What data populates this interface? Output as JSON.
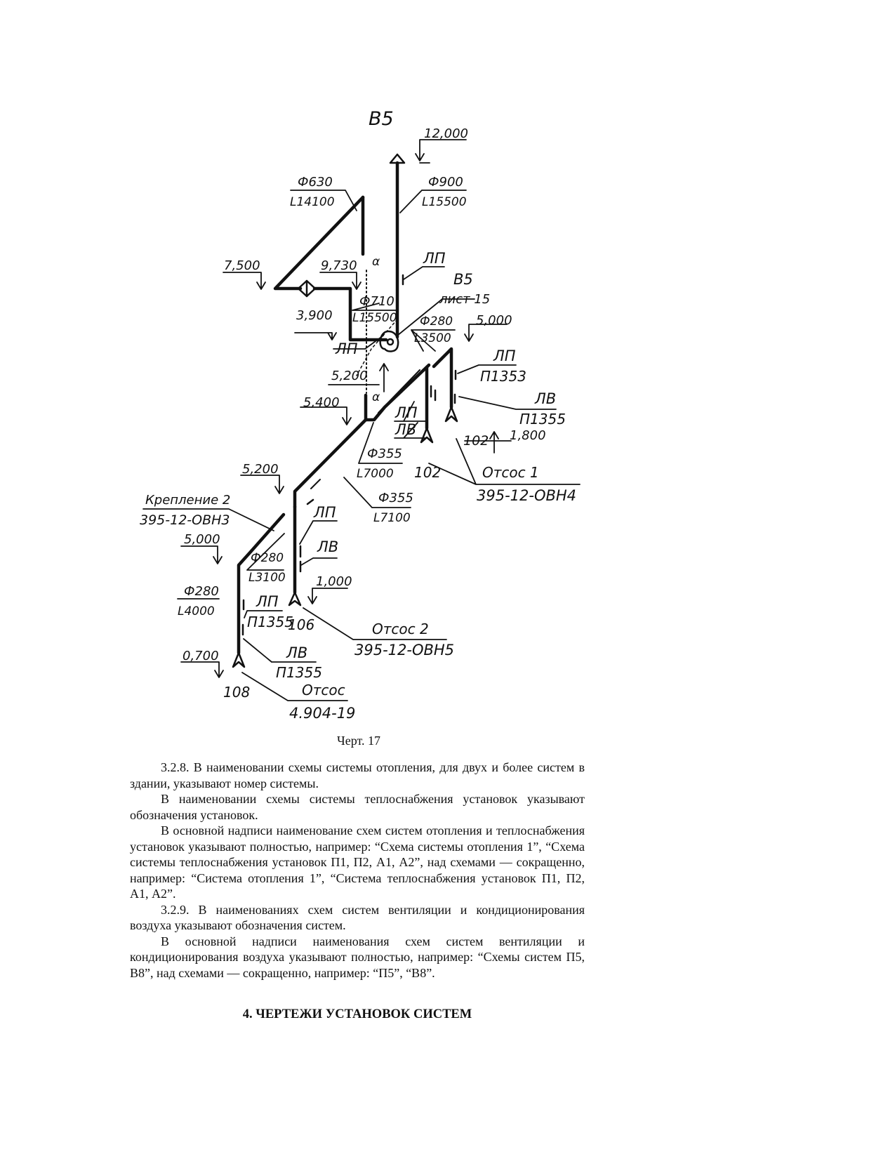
{
  "drawing": {
    "labels": {
      "system": "В5",
      "elev_top": "12,000",
      "d630": "Ф630",
      "l14100": "L14100",
      "d900": "Ф900",
      "l15500a": "L15500",
      "lp1": "ЛП",
      "elev_7500": "7,500",
      "elev_9730": "9,730",
      "alpha1": "α",
      "ref_sys": "В5",
      "ref_sheet": "лист 15",
      "d710": "Ф710",
      "l15500b": "L15500",
      "d280a": "Ф280",
      "l3500": "L3500",
      "elev_3900": "3,900",
      "elev_5000a": "5,000",
      "lp2": "ЛП",
      "lp3": "ЛП",
      "p1353": "П1353",
      "elev_5200a": "5,200",
      "alpha2": "α",
      "lv1": "ЛВ",
      "p1355a": "П1355",
      "elev_5400": "5,400",
      "lp4": "ЛП",
      "lv2": "ЛВ",
      "n102a": "102",
      "elev_1800": "1,800",
      "d355a": "Ф355",
      "l7000": "L7000",
      "n102b": "102",
      "otsos1": "Отсос 1",
      "code1": "395-12-ОВН4",
      "elev_5200b": "5,200",
      "krep": "Крепление 2",
      "code_krep": "395-12-ОВН3",
      "d355b": "Ф355",
      "l7100": "L7100",
      "lp5": "ЛП",
      "elev_5000b": "5,000",
      "lv3": "ЛВ",
      "d280b": "Ф280",
      "l3100": "L3100",
      "elev_1000": "1,000",
      "d280c": "Ф280",
      "l4000": "L4000",
      "lp6": "ЛП",
      "p1355b": "П1355",
      "n106": "106",
      "otsos2": "Отсос 2",
      "code2": "395-12-ОВН5",
      "elev_0700": "0,700",
      "lv4": "ЛВ",
      "p1355c": "П1355",
      "n108": "108",
      "otsos3": "Отсос",
      "code3": "4.904-19"
    }
  },
  "caption": "Черт. 17",
  "paragraphs": [
    "3.2.8. В наименовании схемы системы отопления, для двух и более систем в здании, указывают номер системы.",
    "В наименовании схемы системы теплоснабжения установок указывают обозначения установок.",
    "В основной надписи наименование схем систем отопления и теплоснабжения установок указывают полностью, например: “Схема системы отопления 1”, “Схема системы теплоснабжения установок П1, П2, А1, А2”, над схемами — сокращенно, например: “Система отопления 1”, “Система теплоснабжения установок П1, П2, А1, А2”.",
    "3.2.9. В наименованиях схем систем вентиляции и кондиционирования воздуха указывают обозначения систем.",
    "В основной надписи наименования схем систем вентиляции и кондиционирования воздуха указывают полностью, например: “Схемы систем П5, В8”, над схемами — сокращенно, например: “П5”, “В8”."
  ],
  "section_heading": "4. ЧЕРТЕЖИ УСТАНОВОК СИСТЕМ"
}
